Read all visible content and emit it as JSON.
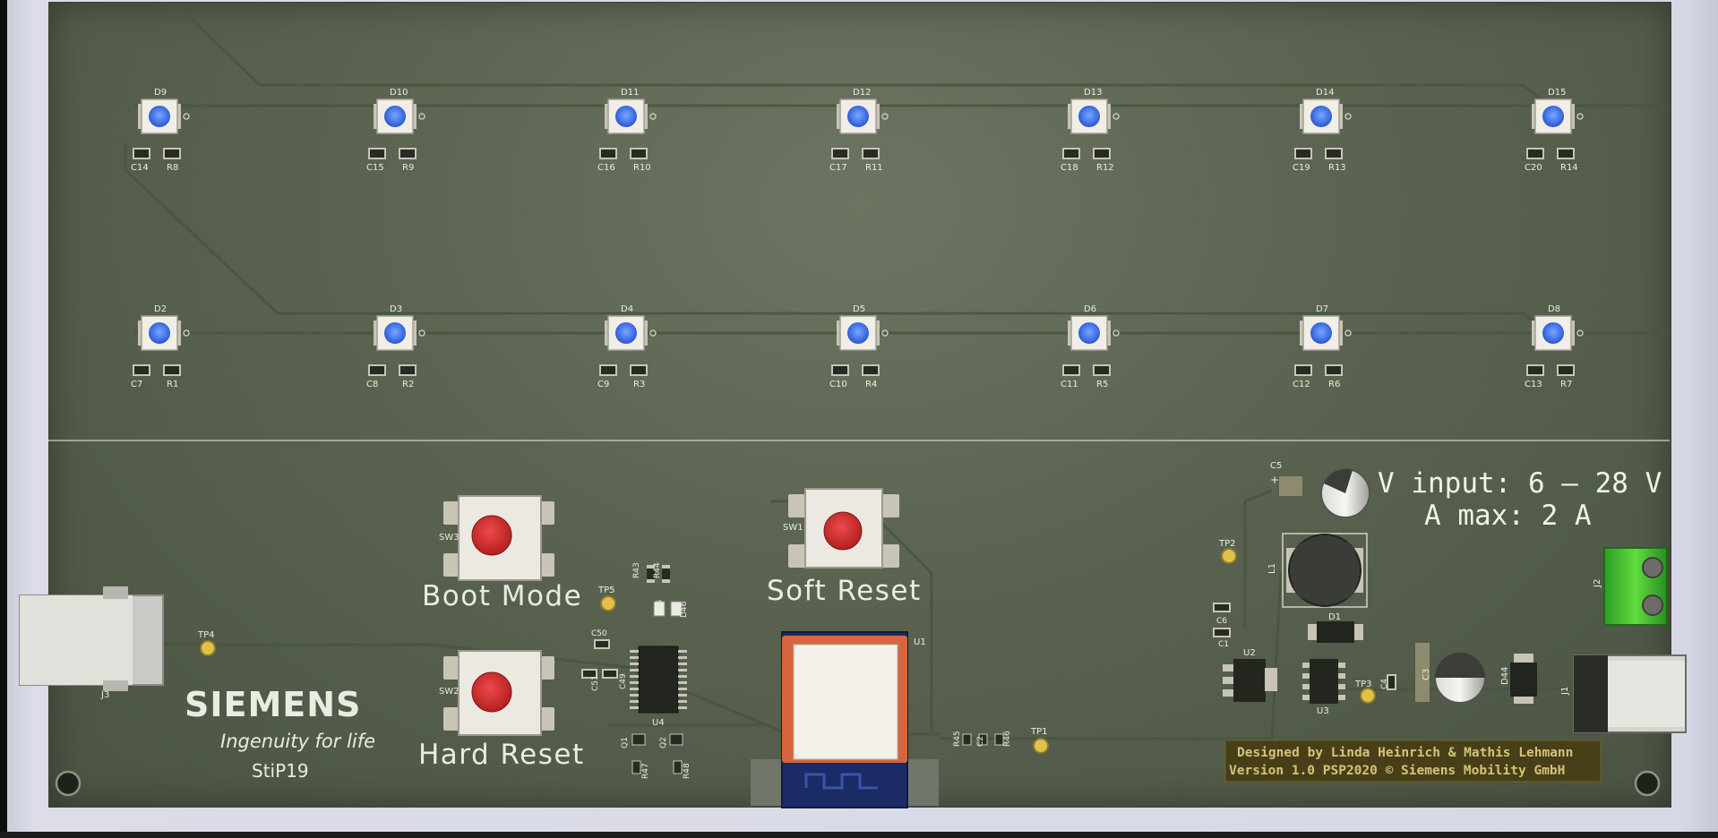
{
  "leds_top": [
    {
      "ref": "D9",
      "cap": "C14",
      "res": "R8"
    },
    {
      "ref": "D10",
      "cap": "C15",
      "res": "R9"
    },
    {
      "ref": "D11",
      "cap": "C16",
      "res": "R10"
    },
    {
      "ref": "D12",
      "cap": "C17",
      "res": "R11"
    },
    {
      "ref": "D13",
      "cap": "C18",
      "res": "R12"
    },
    {
      "ref": "D14",
      "cap": "C19",
      "res": "R13"
    },
    {
      "ref": "D15",
      "cap": "C20",
      "res": "R14"
    }
  ],
  "leds_bottom": [
    {
      "ref": "D2",
      "cap": "C7",
      "res": "R1"
    },
    {
      "ref": "D3",
      "cap": "C8",
      "res": "R2"
    },
    {
      "ref": "D4",
      "cap": "C9",
      "res": "R3"
    },
    {
      "ref": "D5",
      "cap": "C10",
      "res": "R4"
    },
    {
      "ref": "D6",
      "cap": "C11",
      "res": "R5"
    },
    {
      "ref": "D7",
      "cap": "C12",
      "res": "R6"
    },
    {
      "ref": "D8",
      "cap": "C13",
      "res": "R7"
    }
  ],
  "buttons": {
    "sw3_ref": "SW3",
    "sw3_label": "Boot Mode",
    "sw2_ref": "SW2",
    "sw2_label": "Hard Reset",
    "sw1_ref": "SW1",
    "sw1_label": "Soft Reset"
  },
  "brand": {
    "name": "SIEMENS",
    "tagline": "Ingenuity for life",
    "project": "StiP19"
  },
  "power_info": {
    "v_input": "V input: 6 — 28 V",
    "a_max": "A max:  2 A"
  },
  "credits": {
    "line1": "Designed by Linda Heinrich & Mathis Lehmann",
    "line2": "Version 1.0 PSP2020 © Siemens Mobility GmbH"
  },
  "refs": {
    "J1": "J1",
    "J2": "J2",
    "J3": "J3",
    "U1": "U1",
    "U2": "U2",
    "U3": "U3",
    "U4": "U4",
    "L1": "L1",
    "D1": "D1",
    "D44": "D44",
    "D45": "D45",
    "D46": "D46",
    "C1": "C1",
    "C3": "C3",
    "C4": "C4",
    "C5": "C5",
    "C6": "C6",
    "C49": "C49",
    "C50": "C50",
    "C51": "C51",
    "Q1": "Q1",
    "Q2": "Q2",
    "R43": "R43",
    "R44": "R44",
    "R45": "R45",
    "R46": "R46",
    "R47": "R47",
    "R48": "R48",
    "TP1": "TP1",
    "TP2": "TP2",
    "TP3": "TP3",
    "TP4": "TP4",
    "TP5": "TP5",
    "C2": "C2"
  },
  "colors": {
    "board": "#5a6350",
    "silkscreen": "#e9ece2",
    "led": "#4a7ef0",
    "button_cap": "#cc2b2b",
    "pad": "#c8c4b6",
    "credit_text": "#d6c078",
    "terminal": "#34b02a"
  }
}
